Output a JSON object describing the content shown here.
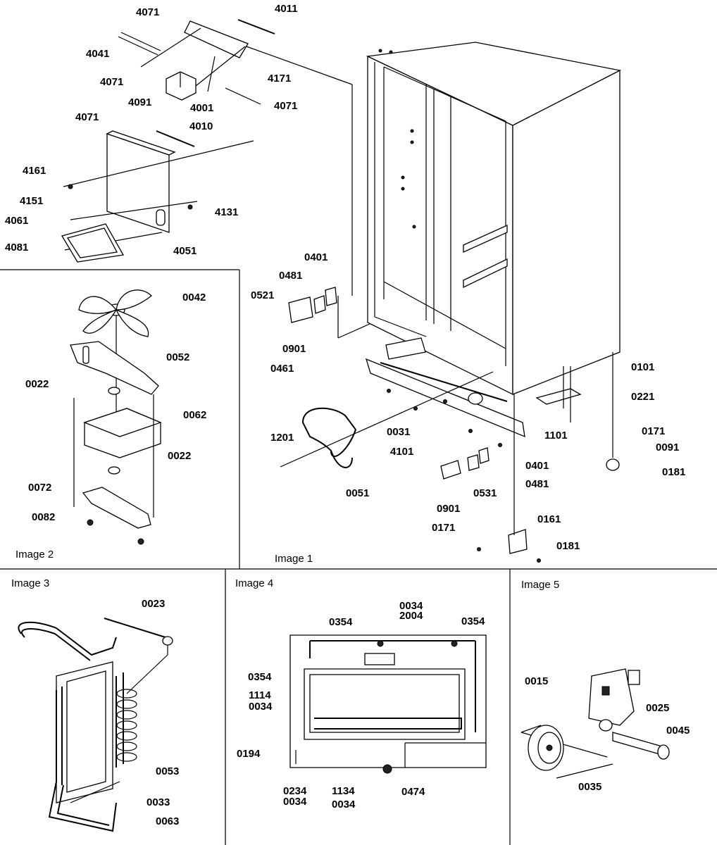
{
  "captions": {
    "image1": "Image 1",
    "image2": "Image 2",
    "image3": "Image 3",
    "image4": "Image 4",
    "image5": "Image 5"
  },
  "labels": {
    "top": [
      "4071",
      "4011",
      "4041",
      "4071",
      "4171",
      "4091",
      "4001",
      "4071",
      "4071",
      "4010",
      "4161",
      "4151",
      "4131",
      "4061",
      "4081",
      "4051"
    ],
    "image1": [
      "0401",
      "0481",
      "0521",
      "0901",
      "0461",
      "1201",
      "0031",
      "4101",
      "0051",
      "0101",
      "0221",
      "1101",
      "0171",
      "0091",
      "0181",
      "0401",
      "0481",
      "0531",
      "0901",
      "0171",
      "0161",
      "0181"
    ],
    "image2": [
      "0042",
      "0052",
      "0022",
      "0062",
      "0022",
      "0072",
      "0082"
    ],
    "image3": [
      "0023",
      "0053",
      "0033",
      "0063"
    ],
    "image4": [
      "0034",
      "2004",
      "0354",
      "0354",
      "0354",
      "1114",
      "0034",
      "0194",
      "0234",
      "0034",
      "1134",
      "0034",
      "0474"
    ],
    "image5": [
      "0015",
      "0025",
      "0045",
      "0035"
    ]
  }
}
